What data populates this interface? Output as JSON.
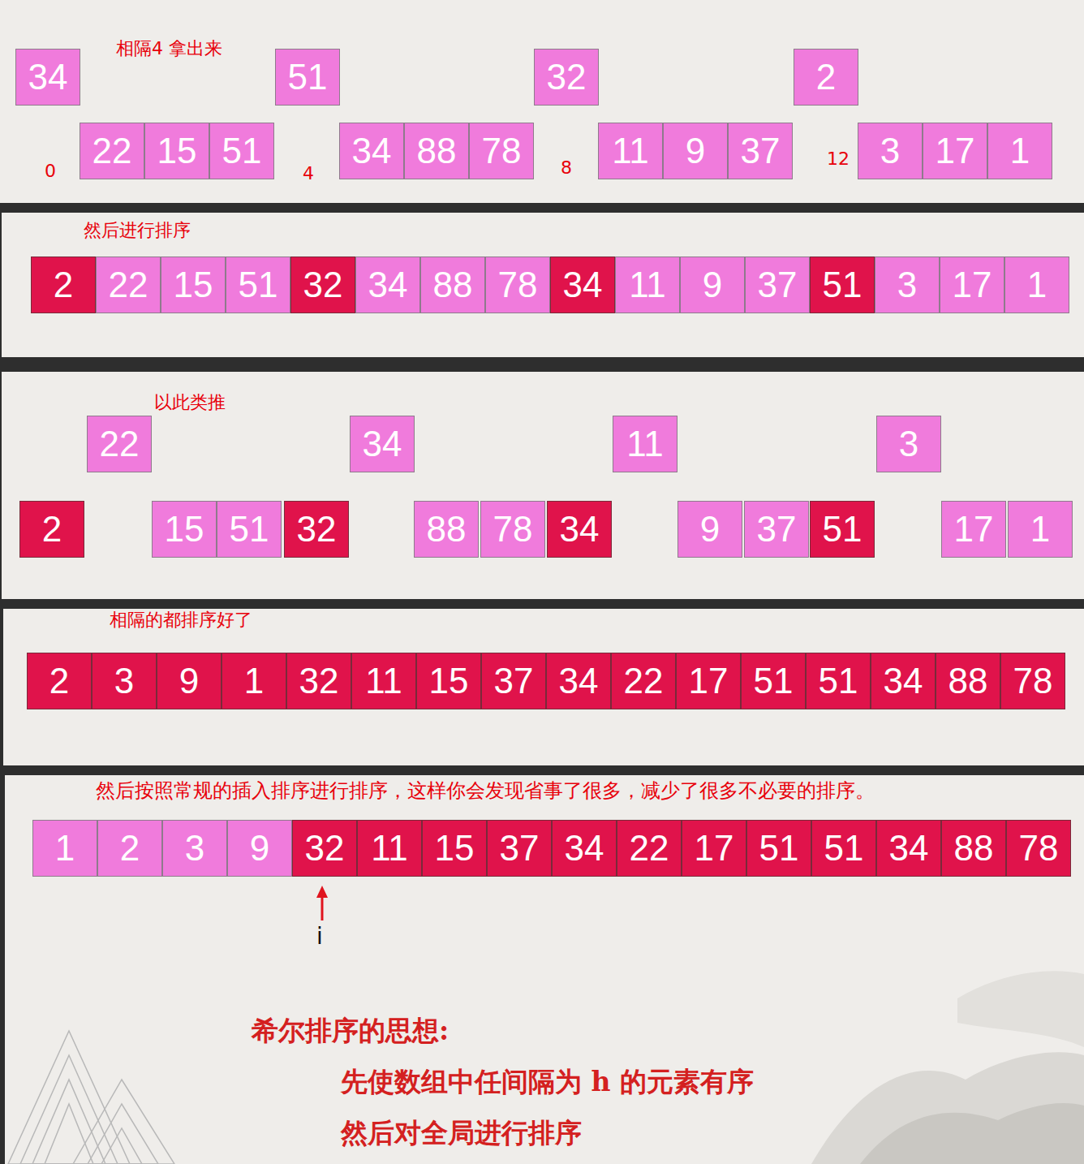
{
  "diagram": {
    "nodes": [
      {
        "text": [
          "34"
        ]
      },
      {
        "text": [
          "51"
        ]
      },
      {
        "text": [
          "32"
        ]
      },
      {
        "text": [
          "2"
        ]
      },
      {
        "text": [
          "22"
        ]
      },
      {
        "text": [
          "15"
        ]
      },
      {
        "text": [
          "51"
        ]
      },
      {
        "text": [
          "34"
        ]
      },
      {
        "text": [
          "88"
        ]
      },
      {
        "text": [
          "78"
        ]
      },
      {
        "text": [
          "11"
        ]
      },
      {
        "text": [
          "9"
        ]
      },
      {
        "text": [
          "37"
        ]
      },
      {
        "text": [
          "3"
        ]
      },
      {
        "text": [
          "17"
        ]
      },
      {
        "text": [
          "1"
        ]
      },
      {
        "text": [
          "2"
        ]
      },
      {
        "text": [
          "22"
        ]
      },
      {
        "text": [
          "15"
        ]
      },
      {
        "text": [
          "51"
        ]
      },
      {
        "text": [
          "32"
        ]
      },
      {
        "text": [
          "34"
        ]
      },
      {
        "text": [
          "88"
        ]
      },
      {
        "text": [
          "78"
        ]
      },
      {
        "text": [
          "34"
        ]
      },
      {
        "text": [
          "11"
        ]
      },
      {
        "text": [
          "9"
        ]
      },
      {
        "text": [
          "37"
        ]
      },
      {
        "text": [
          "51"
        ]
      },
      {
        "text": [
          "3"
        ]
      },
      {
        "text": [
          "17"
        ]
      },
      {
        "text": [
          "1"
        ]
      },
      {
        "text": [
          "22"
        ]
      },
      {
        "text": [
          "34"
        ]
      },
      {
        "text": [
          "11"
        ]
      },
      {
        "text": [
          "3"
        ]
      },
      {
        "text": [
          "2"
        ]
      },
      {
        "text": [
          "15"
        ]
      },
      {
        "text": [
          "51"
        ]
      },
      {
        "text": [
          "32"
        ]
      },
      {
        "text": [
          "88"
        ]
      },
      {
        "text": [
          "78"
        ]
      },
      {
        "text": [
          "34"
        ]
      },
      {
        "text": [
          "9"
        ]
      },
      {
        "text": [
          "37"
        ]
      },
      {
        "text": [
          "51"
        ]
      },
      {
        "text": [
          "17"
        ]
      },
      {
        "text": [
          "1"
        ]
      },
      {
        "text": [
          "2"
        ]
      },
      {
        "text": [
          "3"
        ]
      },
      {
        "text": [
          "9"
        ]
      },
      {
        "text": [
          "1"
        ]
      },
      {
        "text": [
          "32"
        ]
      },
      {
        "text": [
          "11"
        ]
      },
      {
        "text": [
          "15"
        ]
      },
      {
        "text": [
          "37"
        ]
      },
      {
        "text": [
          "34"
        ]
      },
      {
        "text": [
          "22"
        ]
      },
      {
        "text": [
          "17"
        ]
      },
      {
        "text": [
          "51"
        ]
      },
      {
        "text": [
          "51"
        ]
      },
      {
        "text": [
          "34"
        ]
      },
      {
        "text": [
          "88"
        ]
      },
      {
        "text": [
          "78"
        ]
      },
      {
        "text": [
          "1"
        ]
      },
      {
        "text": [
          "2"
        ]
      },
      {
        "text": [
          "3"
        ]
      },
      {
        "text": [
          "9"
        ]
      },
      {
        "text": [
          "32"
        ]
      },
      {
        "text": [
          "11"
        ]
      },
      {
        "text": [
          "15"
        ]
      },
      {
        "text": [
          "37"
        ]
      },
      {
        "text": [
          "34"
        ]
      },
      {
        "text": [
          "22"
        ]
      },
      {
        "text": [
          "17"
        ]
      },
      {
        "text": [
          "51"
        ]
      },
      {
        "text": [
          "51"
        ]
      },
      {
        "text": [
          "34"
        ]
      },
      {
        "text": [
          "88"
        ]
      },
      {
        "text": [
          "78"
        ]
      }
    ],
    "labels": [
      "相隔4 拿出来",
      "0",
      "4",
      "8",
      "12",
      "然后进行排序",
      "以此类推",
      "相隔的都排序好了",
      "然后按照常规的插入排序进行排序，这样你会发现省事了很多，减少了很多不必要的排序。",
      "i",
      "希尔排序的思想:",
      "先使数组中任间隔为 h 的元素有序",
      "然后对全局进行排序"
    ]
  }
}
